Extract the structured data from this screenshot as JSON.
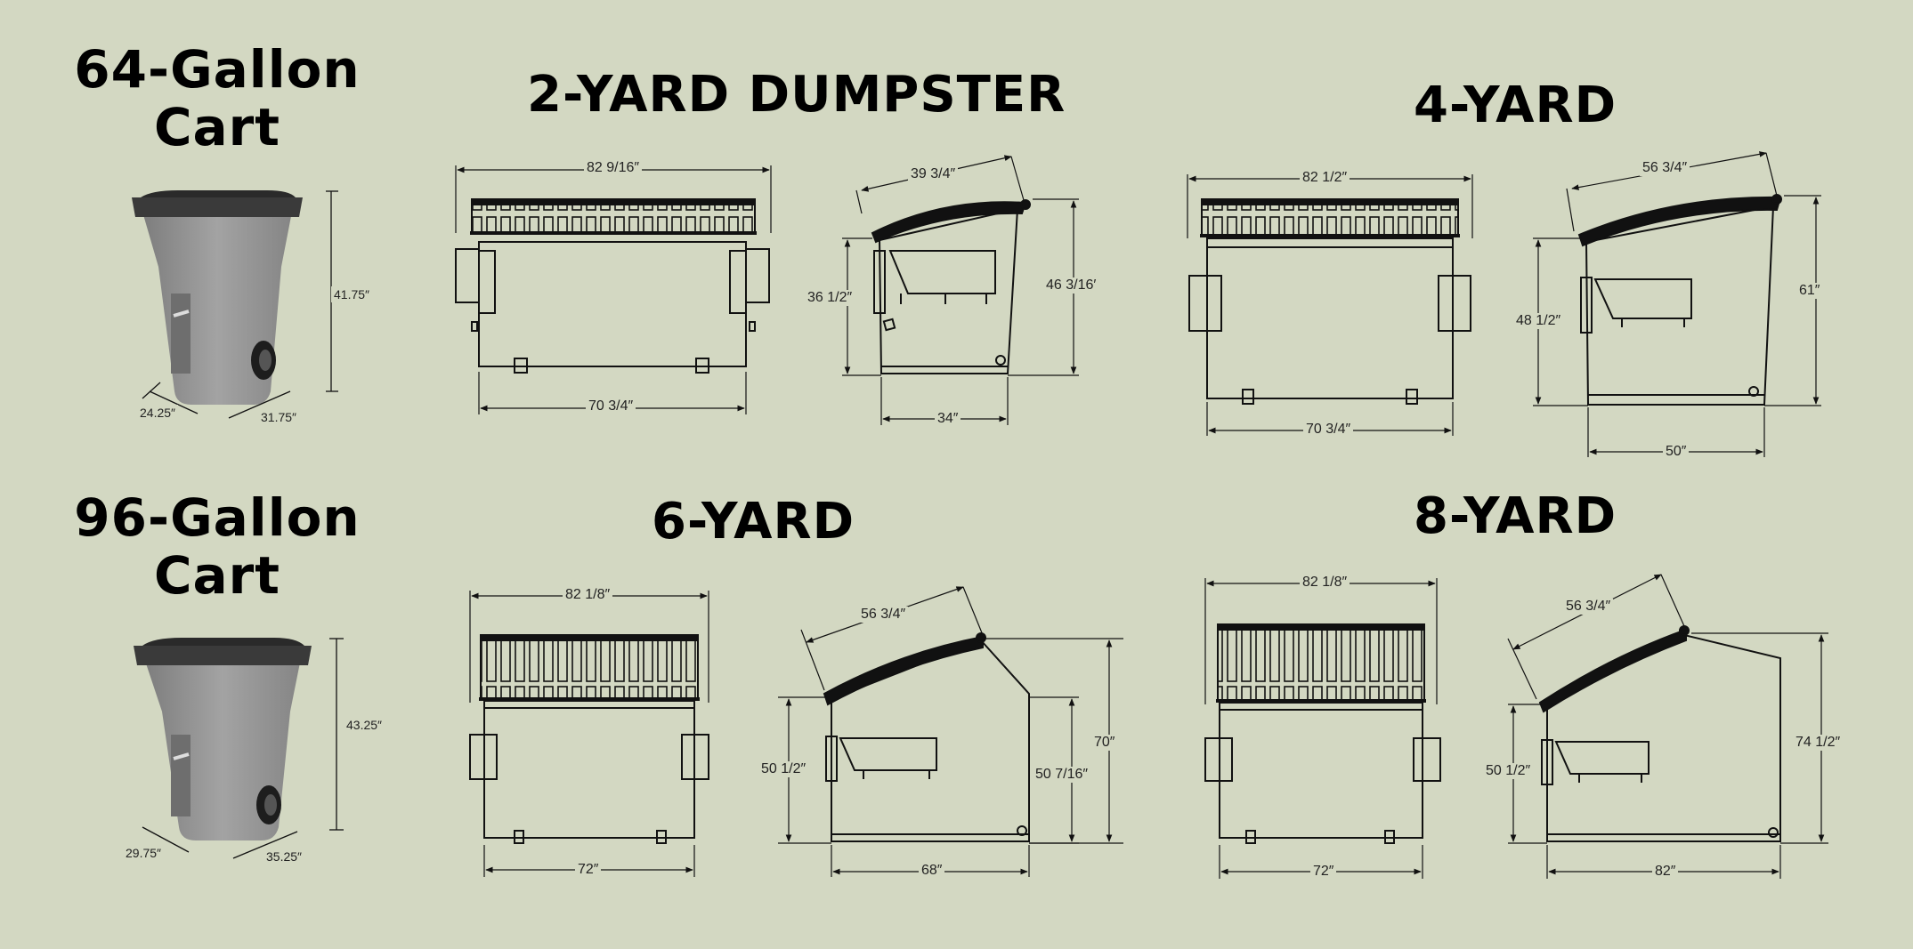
{
  "titles": {
    "cart64": "64-Gallon Cart",
    "cart96": "96-Gallon Cart",
    "yard2": "2-YARD DUMPSTER",
    "yard4": "4-YARD",
    "yard6": "6-YARD",
    "yard8": "8-YARD"
  },
  "cart64": {
    "height": "41.75″",
    "depth": "24.25″",
    "width": "31.75″"
  },
  "cart96": {
    "height": "43.25″",
    "depth": "29.75″",
    "width": "35.25″"
  },
  "yard2": {
    "top_width": "82 9/16″",
    "base_width": "70 3/4″",
    "lid": "39 3/4″",
    "front_height": "36 1/2″",
    "back_height": "46 3/16′",
    "depth": "34″"
  },
  "yard4": {
    "top_width": "82 1/2″",
    "base_width": "70 3/4″",
    "lid": "56 3/4″",
    "front_height": "48 1/2″",
    "back_height": "61″",
    "depth": "50″"
  },
  "yard6": {
    "top_width": "82 1/8″",
    "base_width": "72″",
    "lid": "56 3/4″",
    "front_height": "50 1/2″",
    "mid_height": "50 7/16″",
    "back_height": "70″",
    "depth": "68″"
  },
  "yard8": {
    "top_width": "82 1/8″",
    "base_width": "72″",
    "lid": "56 3/4″",
    "front_height": "50 1/2″",
    "back_height": "74 1/2″",
    "depth": "82″"
  },
  "colors": {
    "background": "#d3d8c2",
    "cart_body": "#8e8e8e",
    "cart_lid": "#3a3a3a",
    "line": "#111111"
  }
}
